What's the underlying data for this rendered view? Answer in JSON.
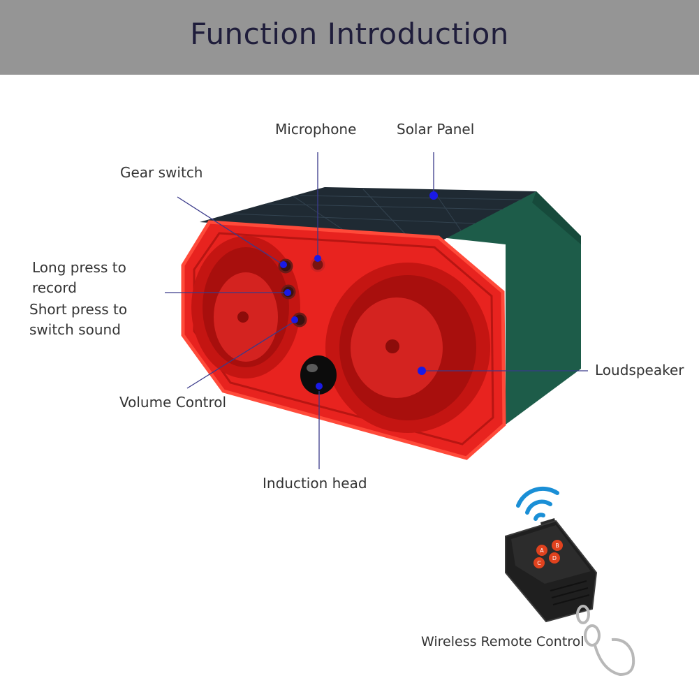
{
  "header": {
    "title": "Function Introduction"
  },
  "labels": {
    "microphone": "Microphone",
    "solar_panel": "Solar Panel",
    "gear_switch": "Gear switch",
    "long_press": "Long press to record",
    "short_press": "Short press to switch sound",
    "volume_control": "Volume Control",
    "loudspeaker": "Loudspeaker",
    "induction_head": "Induction head",
    "remote": "Wireless Remote Control"
  },
  "remote_buttons": [
    "A",
    "B",
    "C",
    "D"
  ],
  "colors": {
    "header_bg": "#959595",
    "title": "#1f1d3b",
    "device_red": "#e8231f",
    "device_green": "#1d5c49",
    "solar_panel": "#1f2a33",
    "callout_dot": "#1a1ae6",
    "callout_line": "#3a3a8a",
    "wifi_signal": "#1a8fd6"
  },
  "icons": [
    "wifi-signal-icon"
  ]
}
